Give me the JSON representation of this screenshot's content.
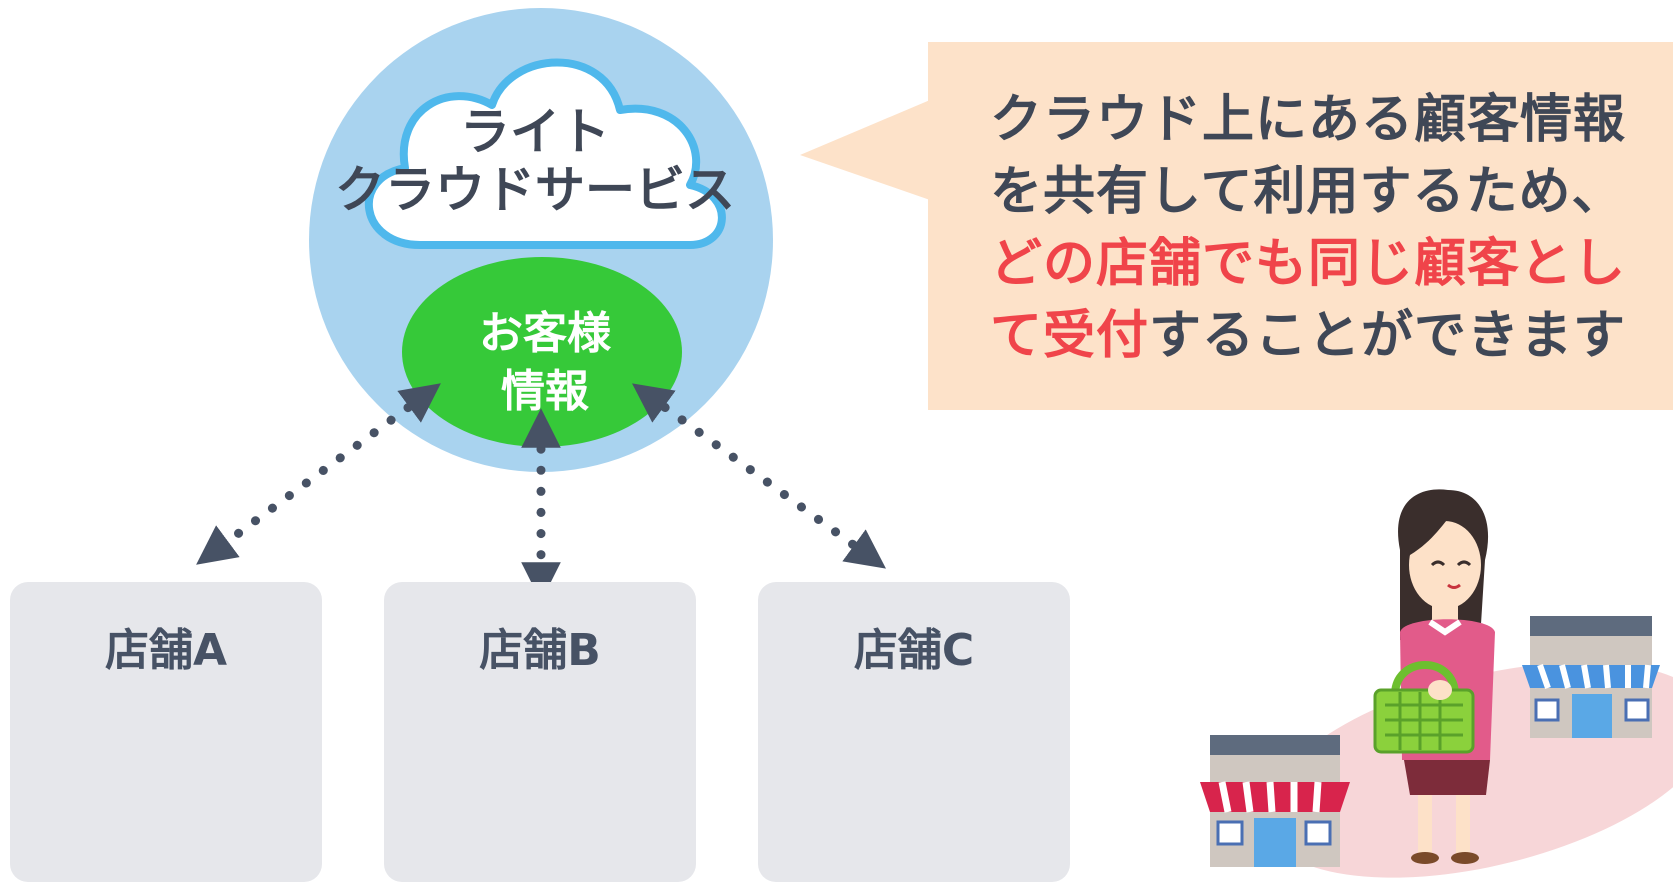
{
  "cloud_service": {
    "title_line1": "ライト",
    "title_line2": "クラウドサービス"
  },
  "customer_data": {
    "line1": "お客様",
    "line2": "情報"
  },
  "callout": {
    "line1": "クラウド上にある顧客情報",
    "line2": "を共有して利用するため、",
    "line3_highlight": "どの店舗でも同じ顧客とし",
    "line4_highlight": "て受付",
    "line4_rest": "することができます",
    "colors": {
      "text": "#3f4756",
      "highlight": "#f0444a",
      "background": "#fde2c9"
    }
  },
  "stores": [
    {
      "label": "店舗A"
    },
    {
      "label": "店舗B"
    },
    {
      "label": "店舗C"
    }
  ],
  "colors": {
    "circle": "#a9d3ef",
    "cloud_outline": "#4fb8ec",
    "customer_ellipse": "#36c939",
    "arrows": "#475265",
    "store_card": "#e6e7eb",
    "store_icon": "#475265"
  },
  "icons": {
    "cloud": "cloud-icon",
    "store": "store-icon",
    "shopper": "shopper-illustration"
  }
}
